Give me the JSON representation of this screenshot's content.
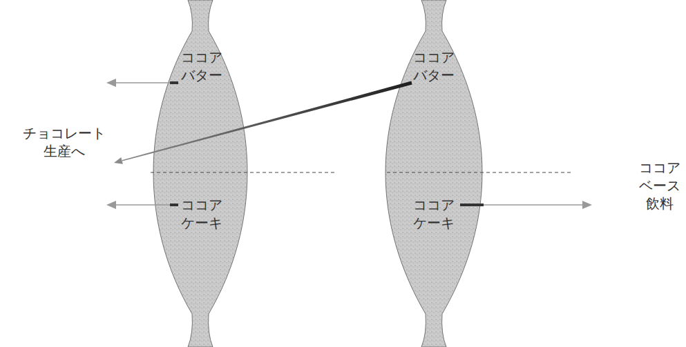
{
  "diagram": {
    "nodes": [
      {
        "text": [
          "ココア バター"
        ]
      },
      {
        "text": [
          "ココア バター"
        ]
      },
      {
        "text": [
          "ココア ケーキ"
        ]
      },
      {
        "text": [
          "ココア ケーキ"
        ]
      }
    ],
    "labels": [
      "チョコレート 生産へ",
      "ココア ベース 飲料"
    ]
  }
}
